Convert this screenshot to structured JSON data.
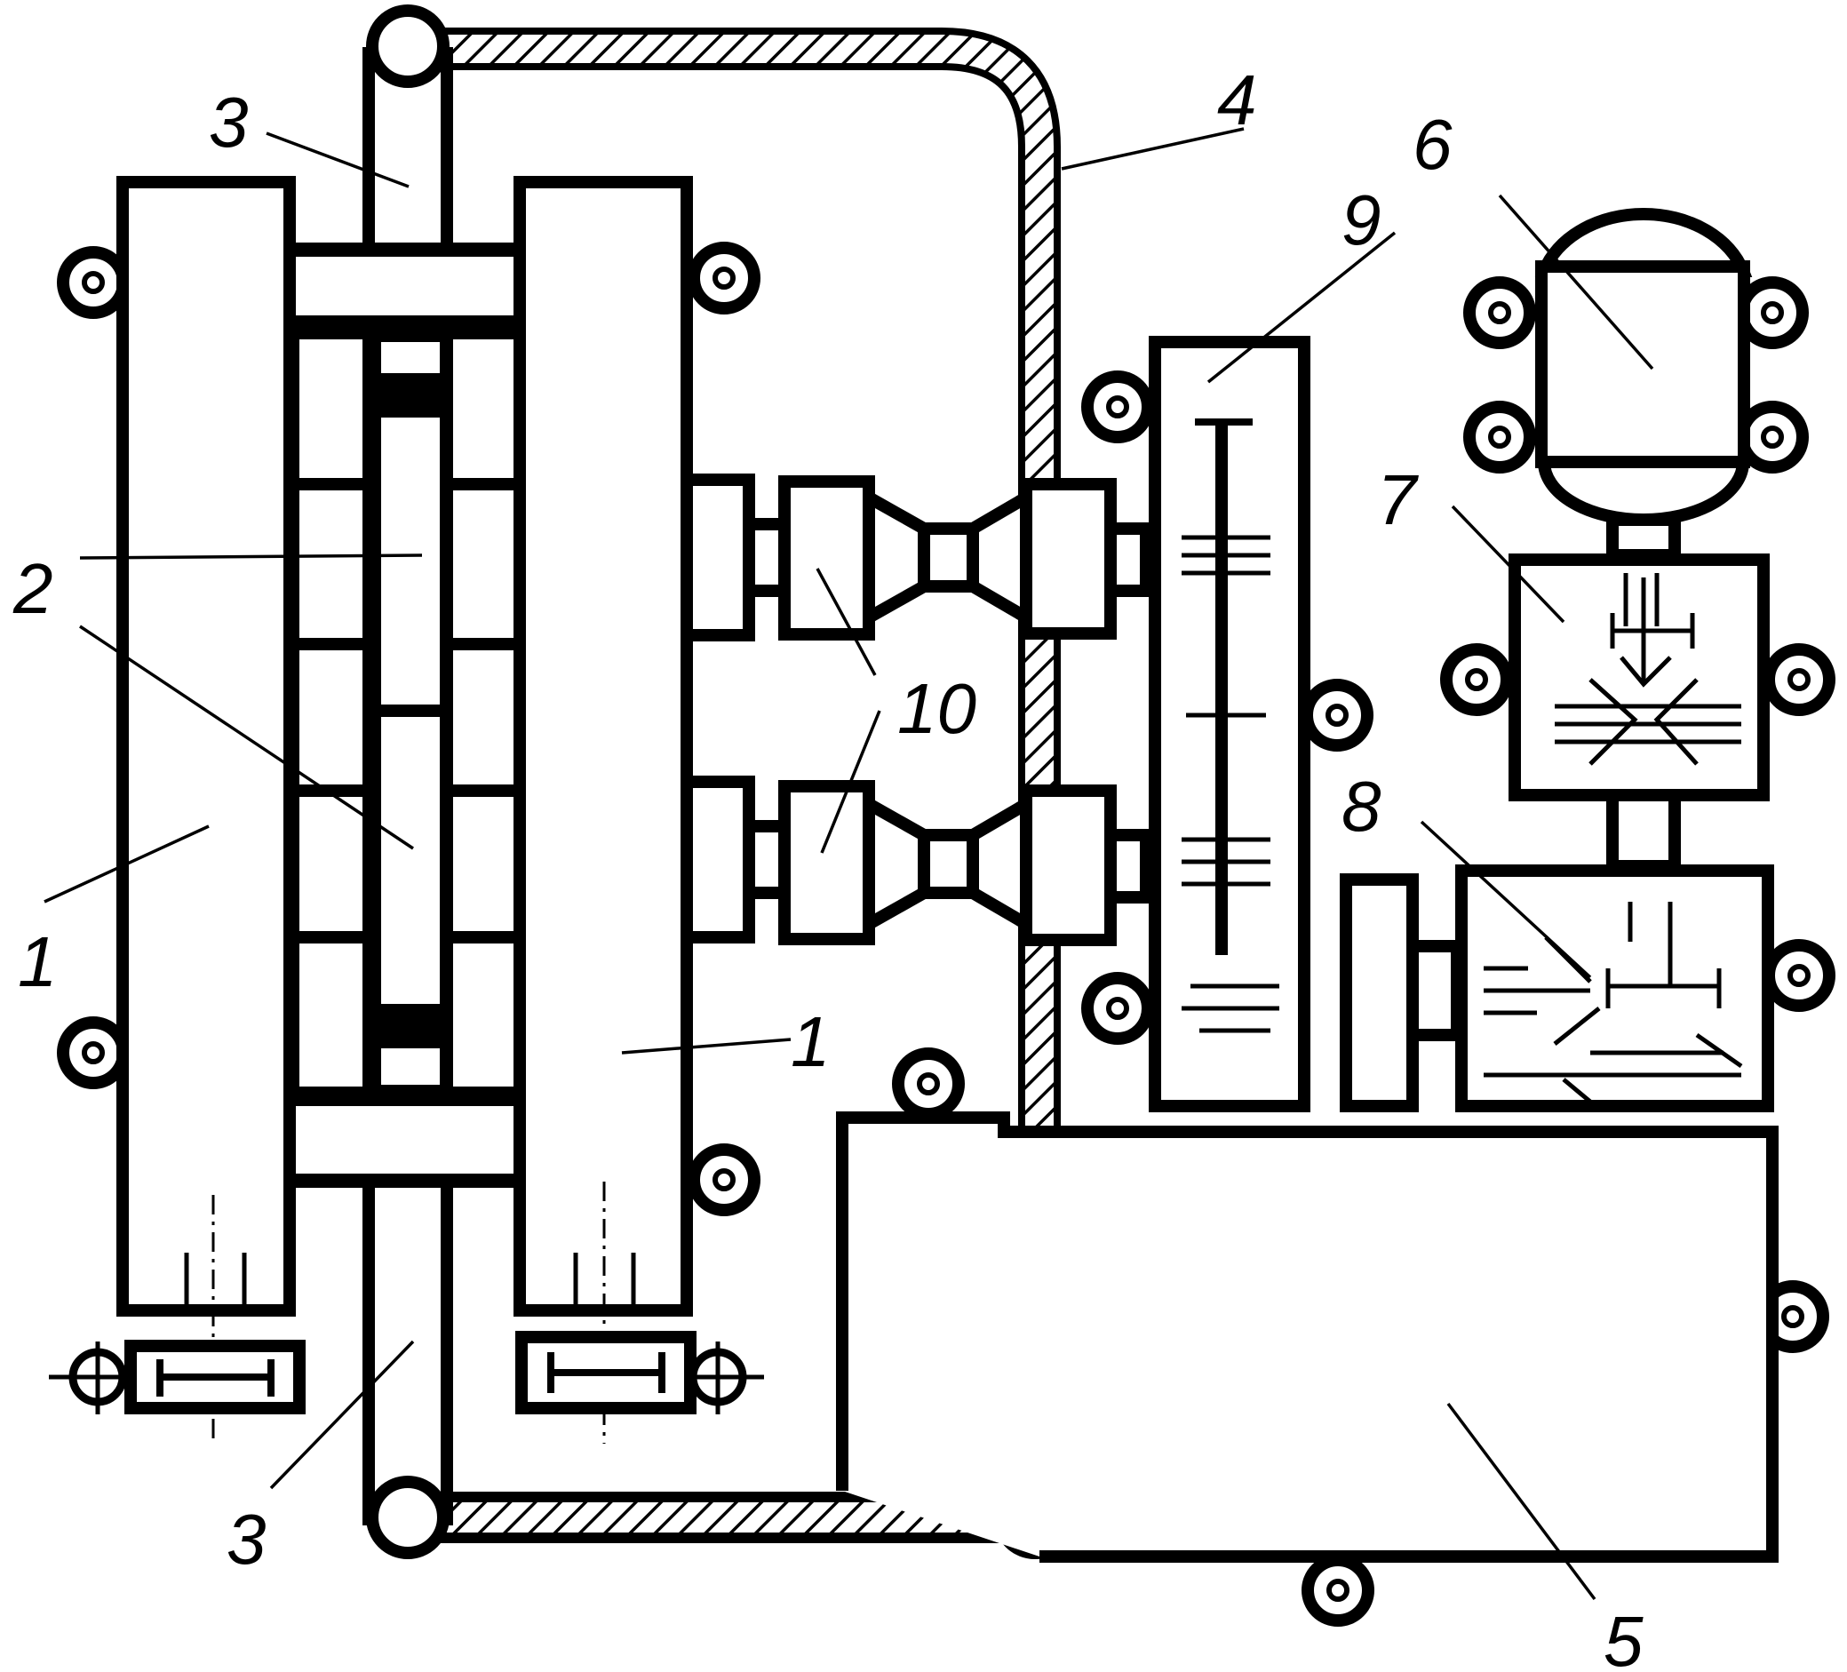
{
  "labels": {
    "l1a": "1",
    "l1b": "1",
    "l2": "2",
    "l3a": "3",
    "l3b": "3",
    "l4": "4",
    "l5": "5",
    "l6": "6",
    "l7": "7",
    "l8": "8",
    "l9": "9",
    "l10": "10"
  }
}
